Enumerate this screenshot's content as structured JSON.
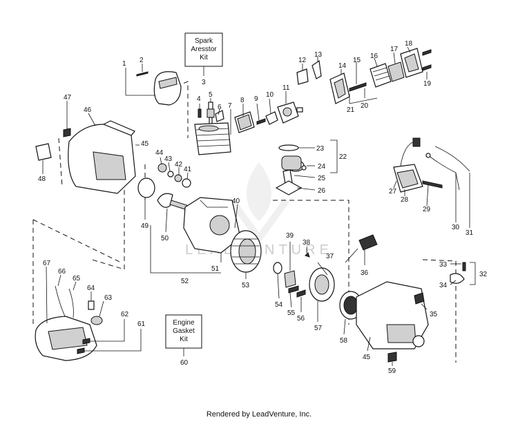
{
  "boxes": {
    "spark_kit": {
      "line1": "Spark",
      "line2": "Aresstor",
      "line3": "Kit",
      "ref": "3"
    },
    "gasket_kit": {
      "line1": "Engine",
      "line2": "Gasket",
      "line3": "Kit",
      "ref": "60"
    }
  },
  "callouts": [
    "1",
    "2",
    "4",
    "5",
    "6",
    "7",
    "8",
    "9",
    "10",
    "11",
    "12",
    "13",
    "14",
    "15",
    "16",
    "17",
    "18",
    "19",
    "20",
    "21",
    "22",
    "23",
    "24",
    "25",
    "26",
    "27",
    "28",
    "29",
    "30",
    "31",
    "32",
    "33",
    "34",
    "35",
    "36",
    "37",
    "38",
    "39",
    "40",
    "41",
    "42",
    "43",
    "44",
    "45",
    "45",
    "46",
    "47",
    "48",
    "49",
    "50",
    "51",
    "52",
    "53",
    "54",
    "55",
    "56",
    "57",
    "58",
    "59",
    "61",
    "62",
    "63",
    "64",
    "65",
    "66",
    "67"
  ],
  "watermark": "LEADVENTURE",
  "footer": "Rendered by LeadVenture, Inc."
}
